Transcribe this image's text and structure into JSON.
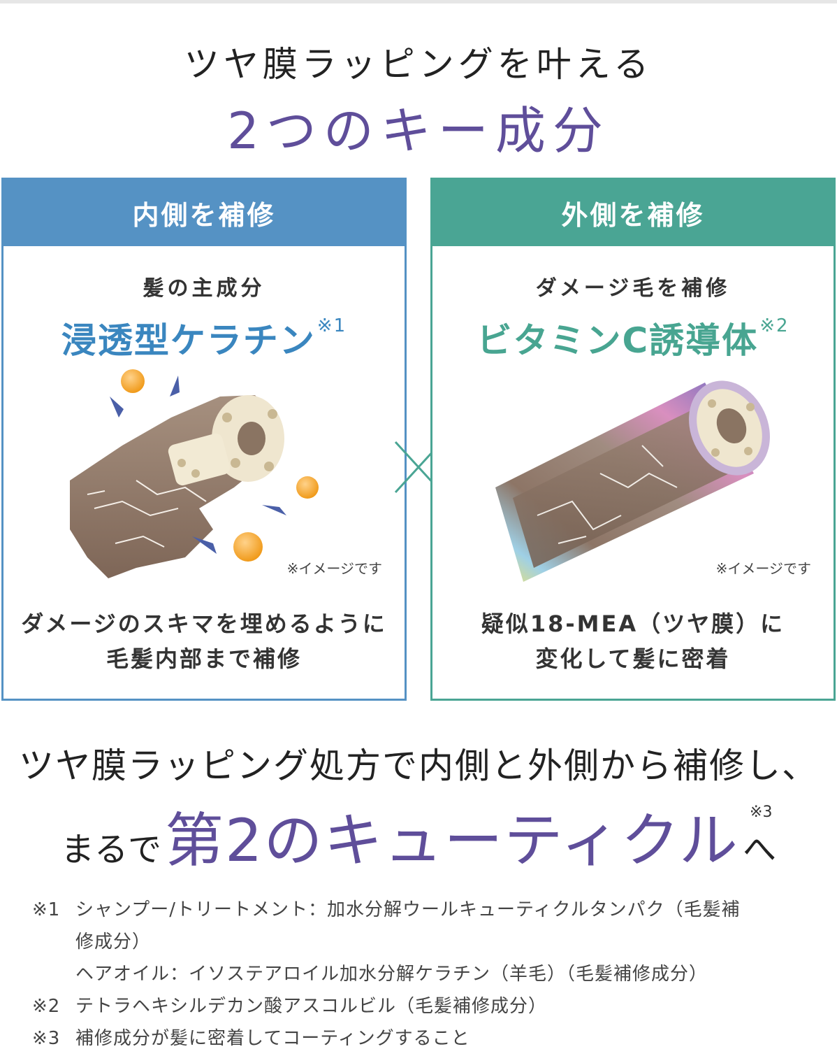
{
  "title": {
    "line1": "ツヤ膜ラッピングを叶える",
    "line2": "2つのキー成分"
  },
  "left_panel": {
    "header": "内側を補修",
    "subheading": "髪の主成分",
    "ingredient": "浸透型ケラチン",
    "ingredient_note": "※1",
    "image_note": "※イメージです",
    "description_line1": "ダメージのスキマを埋めるように",
    "description_line2": "毛髪内部まで補修",
    "colors": {
      "accent": "#5592c4"
    }
  },
  "right_panel": {
    "header": "外側を補修",
    "subheading": "ダメージ毛を補修",
    "ingredient": "ビタミンC誘導体",
    "ingredient_note": "※2",
    "image_note": "※イメージです",
    "description_line1": "疑似18-MEA（ツヤ膜）に",
    "description_line2": "変化して髪に密着",
    "colors": {
      "accent": "#4aa594"
    }
  },
  "cross_icon": "multiply-icon",
  "lead": {
    "line1": "ツヤ膜ラッピング処方で内側と外側から補修し、",
    "prefix": "まるで",
    "highlight": "第2のキューティクル",
    "suffix": "へ",
    "suffix_note": "※3",
    "highlight_color": "#5f4e9a"
  },
  "footnotes": {
    "fn1_mark": "※1",
    "fn1_line1": "シャンプー/トリートメント：加水分解ウールキューティクルタンパク（毛髪補",
    "fn1_line2": "修成分）",
    "fn1_line3": "ヘアオイル：イソステアロイル加水分解ケラチン（羊毛）（毛髪補修成分）",
    "fn2_mark": "※2",
    "fn2_text": "テトラヘキシルデカン酸アスコルビル（毛髪補修成分）",
    "fn3_mark": "※3",
    "fn3_text": "補修成分が髪に密着してコーティングすること"
  }
}
